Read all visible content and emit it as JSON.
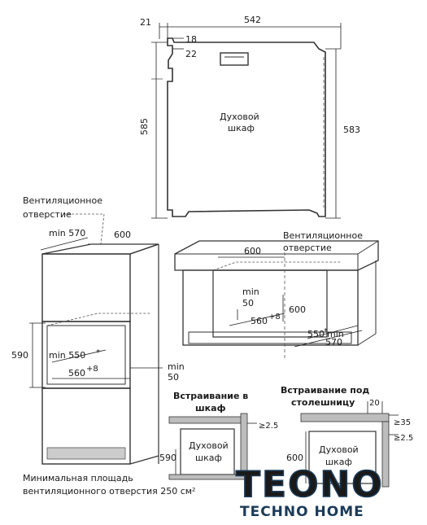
{
  "top_view": {
    "dim_21": "21",
    "dim_542": "542",
    "dim_18": "18",
    "dim_22": "22",
    "dim_585": "585",
    "dim_583": "583",
    "oven_label_1": "Духовой",
    "oven_label_2": "шкаф"
  },
  "column_install": {
    "vent_1": "Вентиляционное",
    "vent_2": "отверстие",
    "min570": "min 570",
    "w600": "600",
    "h590": "590",
    "min550": "min 550",
    "star": "*",
    "d560": "560",
    "sup8": "+8",
    "min_label": "min",
    "min_50": "50",
    "area_1": "Минимальная площадь",
    "area_2": "вентиляционного отверстия 250 см²"
  },
  "counter_install": {
    "vent_1": "Вентиляционное",
    "vent_2": "отверстие",
    "w600": "600",
    "min_label": "min",
    "min_50": "50",
    "h600": "600",
    "d560": "560",
    "sup8": "+8",
    "min550": "550",
    "star": "*",
    "min_word": "min",
    "w570": "570"
  },
  "detail_cabinet": {
    "title_1": "Встраивание в",
    "title_2": "шкаф",
    "ge25": "≥2.5",
    "h590": "590",
    "oven_1": "Духовой",
    "oven_2": "шкаф"
  },
  "detail_counter": {
    "title_1": "Встраивание под",
    "title_2": "столешницу",
    "d20": "20",
    "ge35": "≥35",
    "ge25": "≥2.5",
    "h600": "600",
    "oven_1": "Духовой",
    "oven_2": "шкаф"
  },
  "logo": {
    "brand": "TEONO",
    "tagline": "TECHNO HOME",
    "colors": {
      "silver": "#b8bec6",
      "dark": "#1b3a57"
    }
  }
}
